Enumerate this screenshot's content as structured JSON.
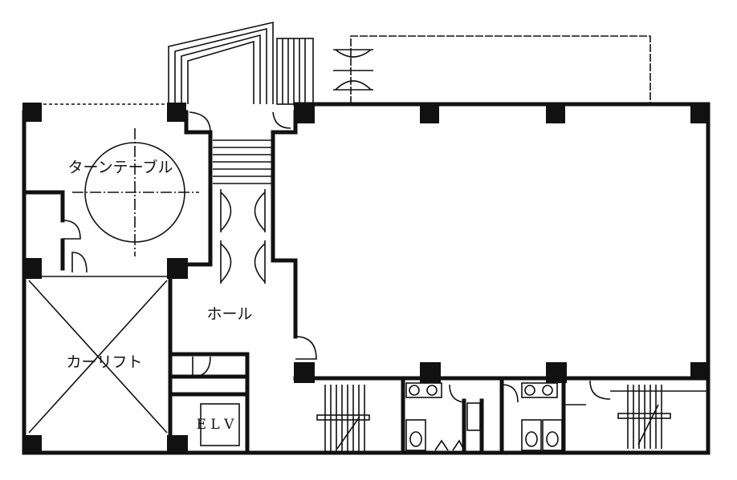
{
  "floor_plan": {
    "rooms": {
      "turntable": "ターンテーブル",
      "hall": "ホール",
      "car_lift": "カーリフト",
      "elevator": "E L V"
    },
    "colors": {
      "ink": "#111111",
      "paper": "#ffffff"
    }
  }
}
